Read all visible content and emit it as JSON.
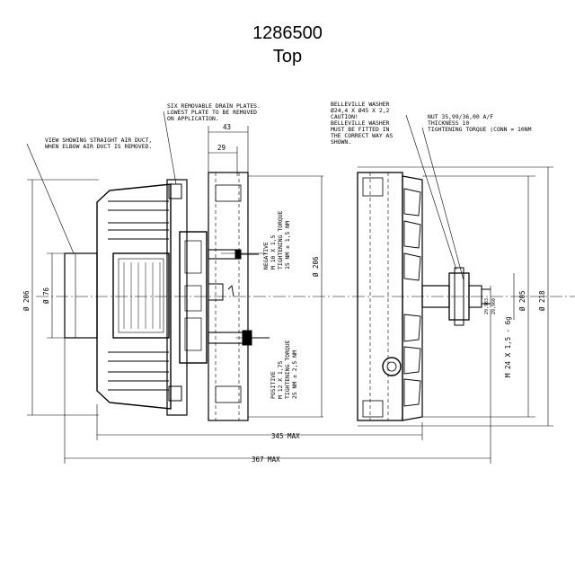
{
  "header": {
    "part_number": "1286500",
    "view": "Top"
  },
  "notes": {
    "air_duct": [
      "VIEW SHOWING STRAIGHT AIR DUCT,",
      "WHEN ELBOW AIR DUCT IS REMOVED."
    ],
    "drain_plates": [
      "SIX REMOVABLE DRAIN PLATES.",
      "LOWEST PLATE TO BE REMOVED",
      "ON APPLICATION."
    ],
    "belleville": [
      "BELLEVILLE WASHER",
      "Ø24,4 X Ø45 X 2,2",
      "CAUTION!",
      "BELLEVILLE WASHER",
      "MUST BE FITTED IN",
      "THE CORRECT WAY AS",
      "SHOWN."
    ],
    "nut": [
      "NUT 35,99/36,00 A/F",
      "THICKNESS 10",
      "TIGHTENING TORQUE (CONN = 10NM"
    ],
    "negative": [
      "NEGATIVE",
      "M 10 X 1,5",
      "TIGHTENING TORQUE",
      "15 NM ± 1,5 NM"
    ],
    "positive": [
      "POSITIVE",
      "M 12 X 1,75",
      "TIGHTENING TORQUE",
      "25 NM ± 2,5 NM"
    ]
  },
  "dimensions": {
    "d43": "43",
    "d29": "29",
    "dia206_left": "Ø 206",
    "dia76": "Ø 76",
    "dia206_mid": "Ø 206",
    "dia205": "Ø 205",
    "dia218": "Ø 218",
    "shaft_1": "29,983",
    "shaft_2": "29,960",
    "thread": "M 24 X 1,5 - 6g",
    "len345": "345 MAX",
    "len367": "367 MAX"
  }
}
